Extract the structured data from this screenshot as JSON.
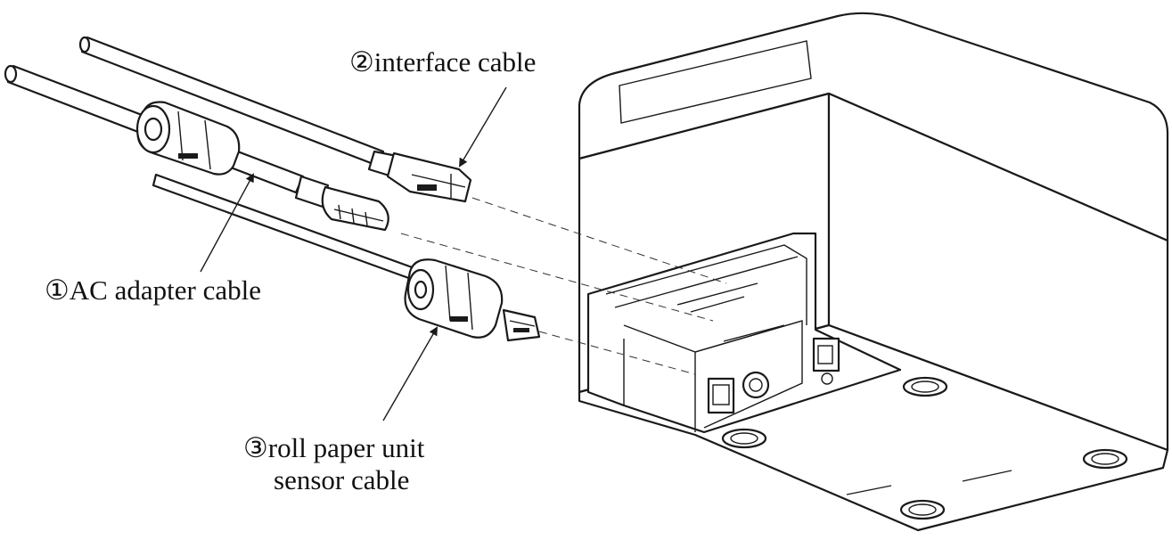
{
  "labels": {
    "interface_cable": "②interface cable",
    "ac_adapter_cable": "①AC adapter cable",
    "roll_paper_line1": "③roll paper unit",
    "roll_paper_line2": "sensor cable"
  },
  "colors": {
    "line": "#1a1a1a",
    "background": "#ffffff"
  }
}
